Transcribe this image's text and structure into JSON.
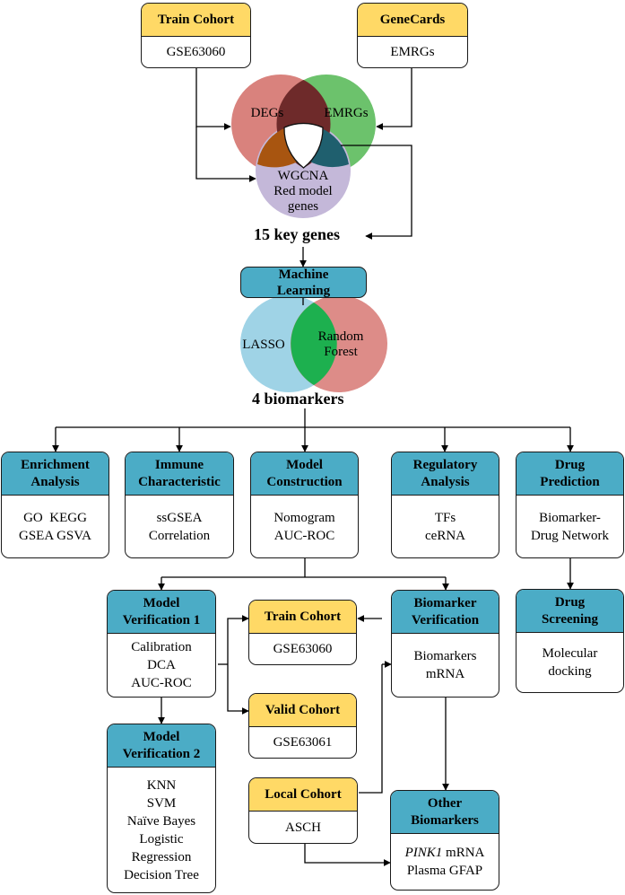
{
  "train_top": {
    "title": "Train Cohort",
    "body": "GSE63060"
  },
  "genecards": {
    "title": "GeneCards",
    "body": "EMRGs"
  },
  "venn1": {
    "degs": "DEGs",
    "emrgs": "EMRGs",
    "wgcna": [
      "WGCNA",
      "Red model",
      "genes"
    ]
  },
  "key_genes": "15 key genes",
  "ml": [
    "Machine",
    "Learning"
  ],
  "venn2": {
    "lasso": "LASSO",
    "rf": [
      "Random",
      "Forest"
    ]
  },
  "biomarkers": "4 biomarkers",
  "enrichment": {
    "title": [
      "Enrichment",
      "Analysis"
    ],
    "body": [
      "GO  KEGG",
      "GSEA GSVA"
    ]
  },
  "immune": {
    "title": [
      "Immune",
      "Characteristic"
    ],
    "body": [
      "ssGSEA",
      "Correlation"
    ]
  },
  "model_construction": {
    "title": [
      "Model",
      "Construction"
    ],
    "body": [
      "Nomogram",
      "AUC-ROC"
    ]
  },
  "regulatory": {
    "title": [
      "Regulatory",
      "Analysis"
    ],
    "body": [
      "TFs",
      "ceRNA"
    ]
  },
  "drug_prediction": {
    "title": [
      "Drug",
      "Prediction"
    ],
    "body": [
      "Biomarker-",
      "Drug Network"
    ]
  },
  "model_verif1": {
    "title": [
      "Model",
      "Verification 1"
    ],
    "body": [
      "Calibration",
      "DCA",
      "AUC-ROC"
    ]
  },
  "train_cohort2": {
    "title": "Train Cohort",
    "body": "GSE63060"
  },
  "biomarker_verif": {
    "title": [
      "Biomarker",
      "Verification"
    ],
    "body": [
      "Biomarkers",
      "mRNA"
    ]
  },
  "drug_screening": {
    "title": [
      "Drug",
      "Screening"
    ],
    "body": [
      "Molecular",
      "docking"
    ]
  },
  "valid_cohort": {
    "title": "Valid Cohort",
    "body": "GSE63061"
  },
  "model_verif2": {
    "title": [
      "Model",
      "Verification 2"
    ],
    "body": [
      "KNN",
      "SVM",
      "Naïve Bayes",
      "Logistic",
      "Regression",
      "Decision Tree"
    ]
  },
  "local_cohort": {
    "title": "Local Cohort",
    "body": "ASCH"
  },
  "other_biomarkers": {
    "title": [
      "Other",
      "Biomarkers"
    ],
    "body_italic": "PINK1",
    "body_rest": " mRNA",
    "body2": "Plasma GFAP"
  },
  "colors": {
    "yellow": "#ffd966",
    "teal": "#4bacc6",
    "degs": "#d9827d",
    "emrgs": "#6cc26c",
    "wgcna": "#c4b8d9",
    "degs_emrgs": "#6e2a2a",
    "degs_wgcna": "#a85510",
    "emrgs_wgcna": "#1f5f6e",
    "lasso": "#9fd3e6",
    "forest": "#dd8c88",
    "overlap": "#1db04f"
  }
}
